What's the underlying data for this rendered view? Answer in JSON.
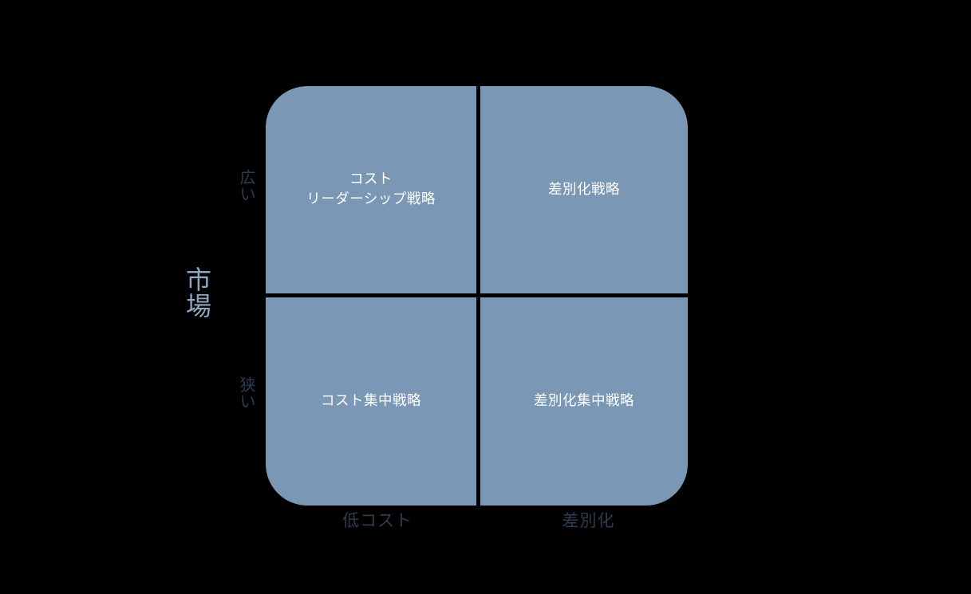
{
  "figure": {
    "background_color": "#000000",
    "quadrant_fill_color": "#7a97b5",
    "quadrant_label_color": "#ffffff",
    "axis_tick_color": "#2c3d4f",
    "axis_title_color": "#8fa8c2"
  },
  "chart_data": {
    "type": "table",
    "title": "",
    "xlabel": "",
    "ylabel": "市場",
    "x_categories": [
      "低コスト",
      "差別化"
    ],
    "y_categories": [
      "広い",
      "狭い"
    ],
    "cells": [
      {
        "row": "広い",
        "column": "低コスト",
        "label": "コスト\nリーダーシップ戦略"
      },
      {
        "row": "広い",
        "column": "差別化",
        "label": "差別化戦略"
      },
      {
        "row": "狭い",
        "column": "低コスト",
        "label": "コスト集中戦略"
      },
      {
        "row": "狭い",
        "column": "差別化",
        "label": "差別化集中戦略"
      }
    ],
    "grid": false,
    "legend": "none"
  },
  "axes": {
    "y_title": "市場",
    "y_ticks": {
      "broad": "広い",
      "narrow": "狭い"
    },
    "x_ticks": {
      "low_cost": "低コスト",
      "differentiation": "差別化"
    }
  },
  "quadrants": {
    "top_left": "コスト\nリーダーシップ戦略",
    "top_right": "差別化戦略",
    "bottom_left": "コスト集中戦略",
    "bottom_right": "差別化集中戦略"
  }
}
